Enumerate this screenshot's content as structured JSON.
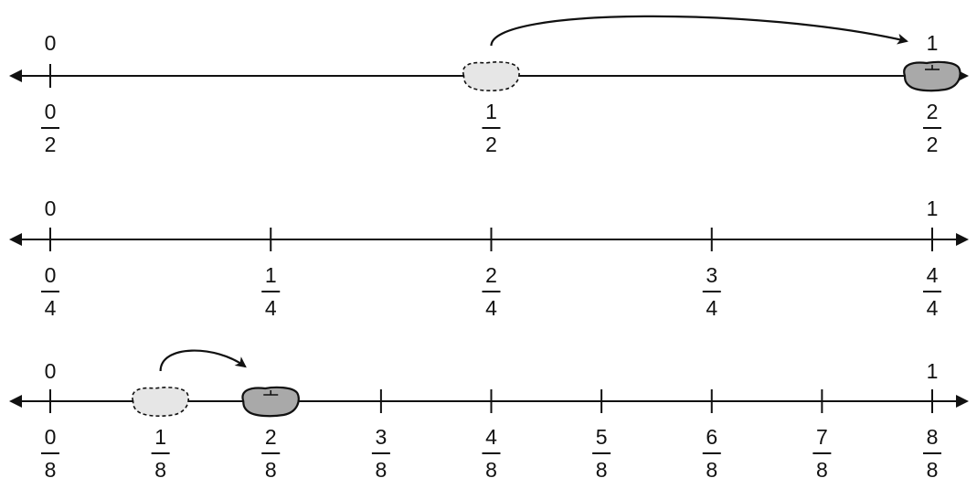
{
  "number_lines": [
    {
      "top_labels": [
        "0",
        "1"
      ],
      "fractions": [
        {
          "numerator": "0",
          "denominator": "2"
        },
        {
          "numerator": "1",
          "denominator": "2"
        },
        {
          "numerator": "2",
          "denominator": "2"
        }
      ],
      "bean_from": "1/2",
      "bean_to": "2/2"
    },
    {
      "top_labels": [
        "0",
        "1"
      ],
      "fractions": [
        {
          "numerator": "0",
          "denominator": "4"
        },
        {
          "numerator": "1",
          "denominator": "4"
        },
        {
          "numerator": "2",
          "denominator": "4"
        },
        {
          "numerator": "3",
          "denominator": "4"
        },
        {
          "numerator": "4",
          "denominator": "4"
        }
      ]
    },
    {
      "top_labels": [
        "0",
        "1"
      ],
      "fractions": [
        {
          "numerator": "0",
          "denominator": "8"
        },
        {
          "numerator": "1",
          "denominator": "8"
        },
        {
          "numerator": "2",
          "denominator": "8"
        },
        {
          "numerator": "3",
          "denominator": "8"
        },
        {
          "numerator": "4",
          "denominator": "8"
        },
        {
          "numerator": "5",
          "denominator": "8"
        },
        {
          "numerator": "6",
          "denominator": "8"
        },
        {
          "numerator": "7",
          "denominator": "8"
        },
        {
          "numerator": "8",
          "denominator": "8"
        }
      ],
      "bean_from": "1/8",
      "bean_to": "2/8"
    }
  ],
  "colors": {
    "line": "#111111",
    "bean_filled": "#a9a9a9",
    "bean_ghost": "#e6e6e6"
  }
}
